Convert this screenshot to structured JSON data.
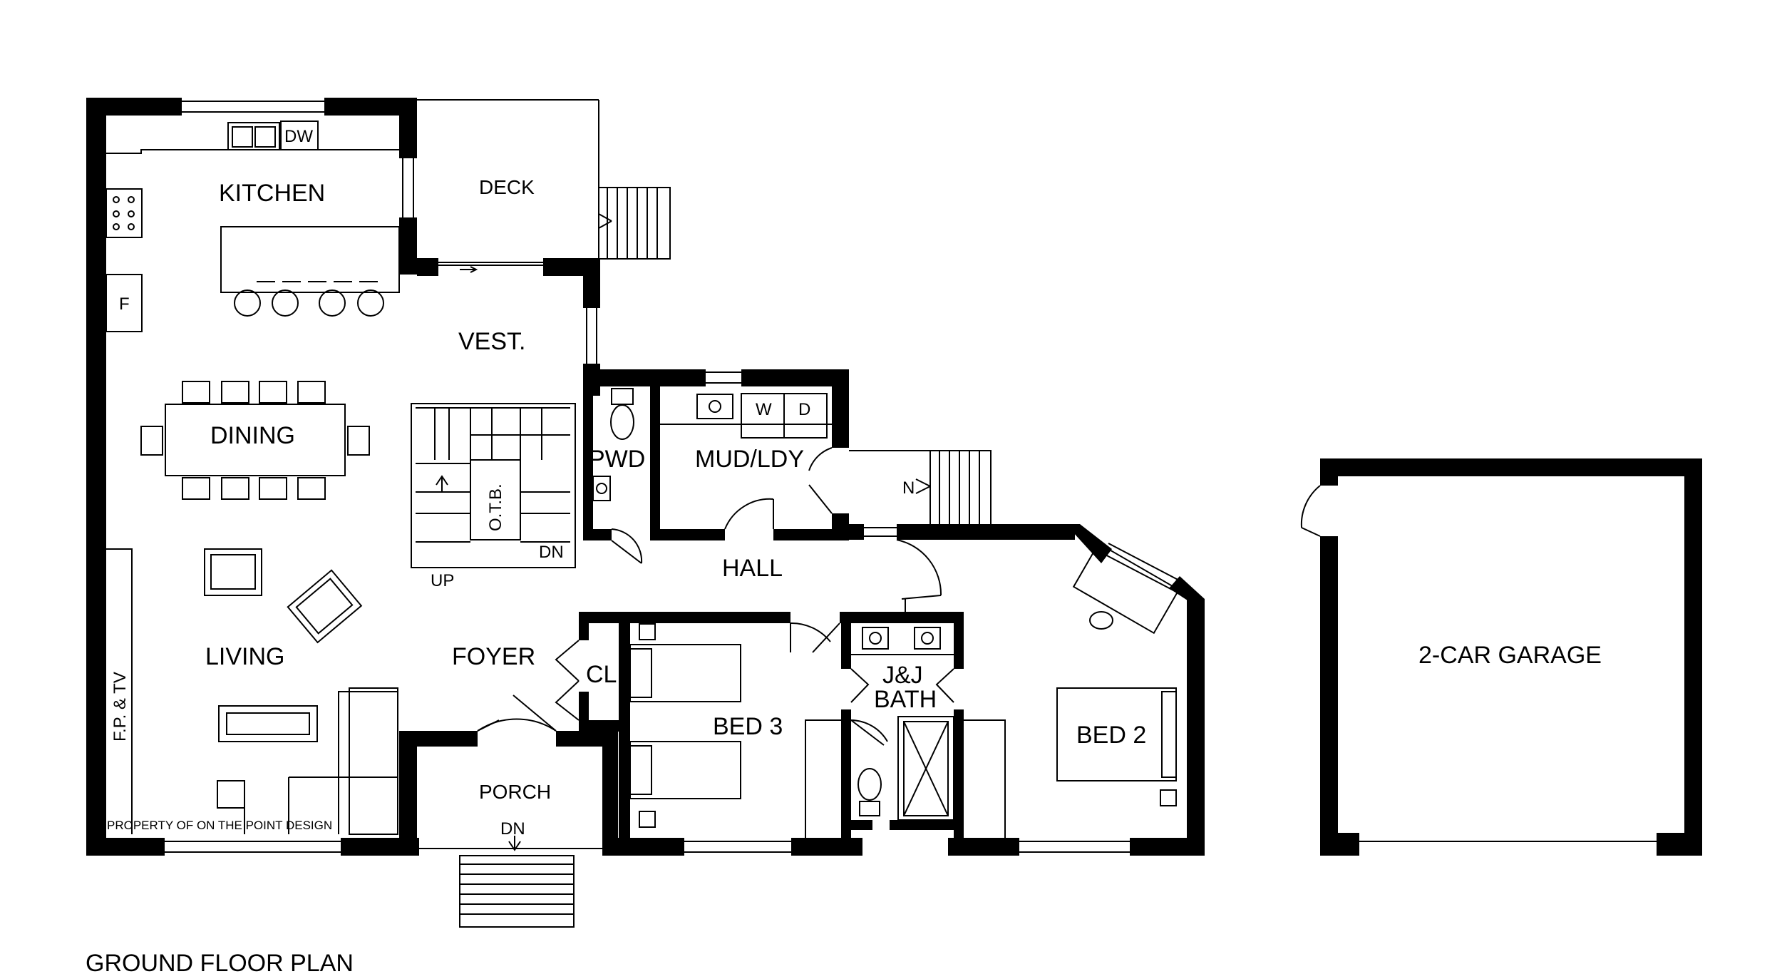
{
  "rooms": {
    "kitchen": "KITCHEN",
    "deck": "DECK",
    "vest": "VEST.",
    "dining": "DINING",
    "living": "LIVING",
    "foyer": "FOYER",
    "closet": "CL.",
    "porch": "PORCH",
    "powder": "PWD",
    "mud_laundry": "MUD/LDY",
    "hall": "HALL",
    "bed3": "BED 3",
    "jj_bath_line1": "J&J",
    "jj_bath_line2": "BATH",
    "bed2": "BED 2",
    "garage": "2-CAR GARAGE"
  },
  "fixtures": {
    "dishwasher": "DW",
    "fridge": "F",
    "washer": "W",
    "dryer": "D",
    "otb": "O.T.B.",
    "fireplace_tv": "F.P. & TV"
  },
  "annotations": {
    "stair_up": "UP",
    "stair_down_main": "DN",
    "stair_down_porch": "DN",
    "stair_north": "N"
  },
  "credit": "PROPERTY OF ON THE POINT DESIGN",
  "plan_title": "GROUND FLOOR PLAN"
}
